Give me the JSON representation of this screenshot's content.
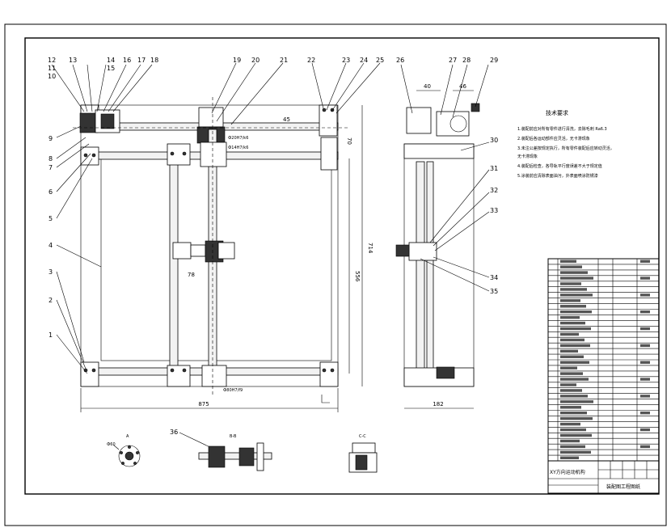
{
  "drawing": {
    "callouts_left": [
      "12",
      "11",
      "10",
      "13",
      "14",
      "15",
      "16",
      "17",
      "18",
      "9",
      "8",
      "7",
      "6",
      "5",
      "4",
      "3",
      "2",
      "1"
    ],
    "callouts_top": [
      "19",
      "20",
      "21",
      "22",
      "23",
      "24",
      "25"
    ],
    "callouts_side": [
      "26",
      "27",
      "28",
      "29",
      "30",
      "31",
      "32",
      "33",
      "34",
      "35"
    ],
    "callout_36": "36",
    "dims": {
      "overall_width": "875",
      "overall_height": "714",
      "inner_height": "556",
      "side_width": "182",
      "side_top_a": "40",
      "side_top_b": "46",
      "d70": "70",
      "d45": "45",
      "d78": "78",
      "fit_top_a": "Ф20H7/k6",
      "fit_top_b": "Ф14H7/k6",
      "fit_bottom": "Ф80H7/f9",
      "phi60": "Ф60"
    },
    "tech_req_title": "技术要求",
    "tech_req_lines": [
      "1.装配前应对所有零件进行清洗，去除毛刺 Ra6.3",
      "2.装配后各运动部件应灵活，无卡滞现象",
      "3.未注公差按规定执行，所有零件装配后应转动灵活，",
      "  无卡滞现象",
      "4.装配后检查，各导轨平行度误差不大于规定值",
      "5.涂装前应清除表面油污，外表面喷涂防锈漆"
    ],
    "title_block": {
      "title": "XY方向运动机构",
      "subtitle": "装配图工程图纸"
    },
    "section_labels": [
      "A",
      "B-B",
      "C-C"
    ]
  }
}
